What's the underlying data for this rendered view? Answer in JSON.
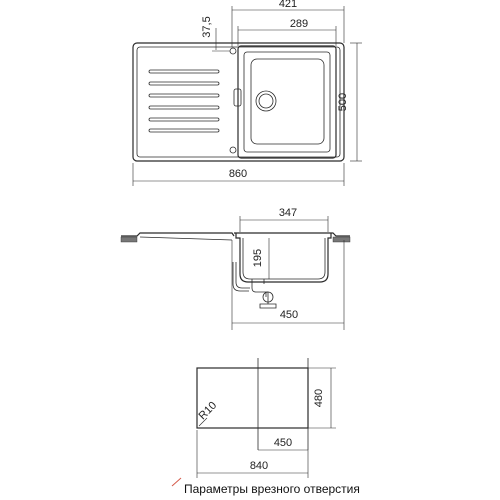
{
  "top_view": {
    "dims": {
      "width_total": "860",
      "bowl_outer_width": "421",
      "bowl_inner_width": "289",
      "depth_total": "500",
      "tap_hole_offset": "37,5"
    }
  },
  "section_view": {
    "dims": {
      "bowl_width": "347",
      "bowl_depth": "195",
      "base_width": "450"
    }
  },
  "cutout_view": {
    "dims": {
      "corner_radius": "R10",
      "height": "480",
      "inner_width": "450",
      "total_width": "840"
    },
    "caption": "Параметры врезного отверстия"
  }
}
